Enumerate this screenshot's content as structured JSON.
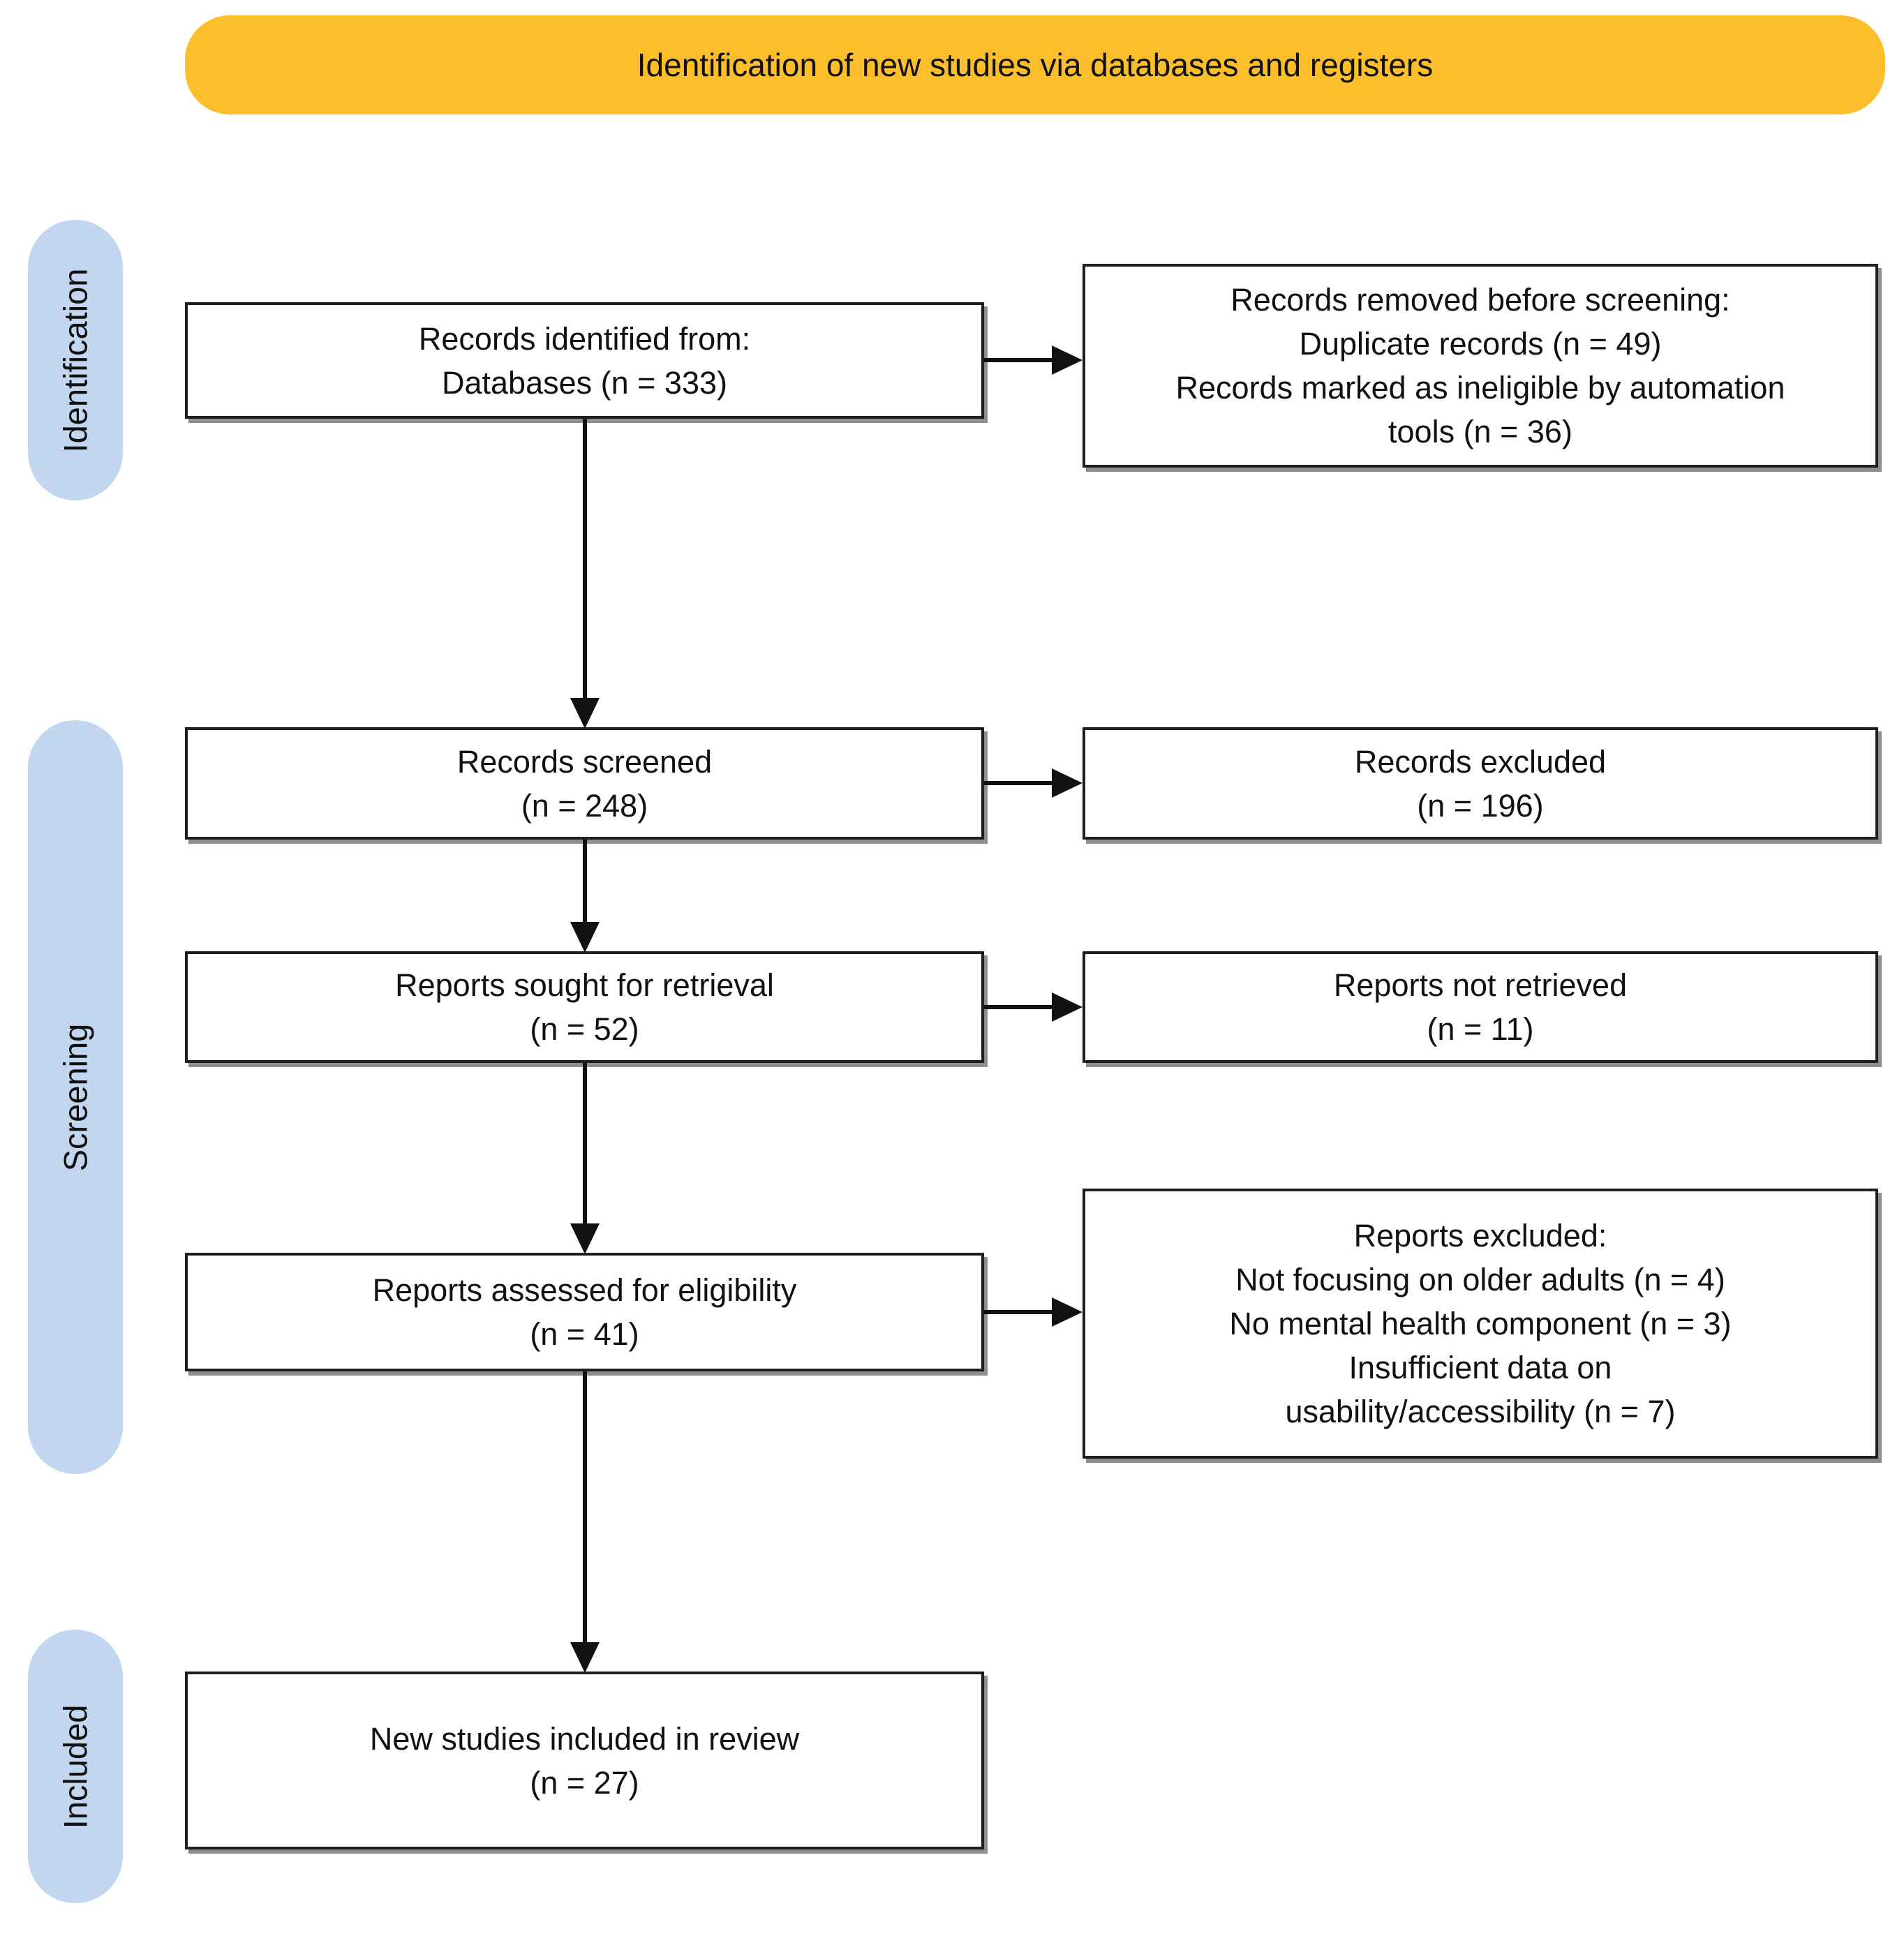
{
  "flow": {
    "banner": "Identification of new studies via databases and registers",
    "stage_labels": {
      "identification": "Identification",
      "screening": "Screening",
      "included": "Included"
    },
    "boxes": {
      "identified": {
        "line1": "Records identified from:",
        "line2": "Databases (n = 333)"
      },
      "removed": {
        "line1": "Records removed before screening:",
        "line2": "Duplicate records (n = 49)",
        "line3": "Records marked as ineligible by automation",
        "line4": "tools (n = 36)"
      },
      "screened": {
        "line1": "Records screened",
        "line2": "(n = 248)"
      },
      "records_excluded": {
        "line1": "Records excluded",
        "line2": "(n = 196)"
      },
      "sought": {
        "line1": "Reports sought for retrieval",
        "line2": "(n = 52)"
      },
      "not_retrieved": {
        "line1": "Reports not retrieved",
        "line2": "(n = 11)"
      },
      "assessed": {
        "line1": "Reports assessed for eligibility",
        "line2": "(n = 41)"
      },
      "reports_excluded": {
        "line1": "Reports excluded:",
        "line2": "Not focusing on older adults (n = 4)",
        "line3": "No mental health component (n = 3)",
        "line4": "Insufficient data on",
        "line5": "usability/accessibility (n = 7)"
      },
      "included_studies": {
        "line1": "New studies included in review",
        "line2": "(n = 27)"
      }
    },
    "colors": {
      "banner_bg": "#FCBF2B",
      "stage_pill_bg": "#C2D6EF",
      "box_border": "#1F1F1F",
      "box_shadow": "#8E8E8E",
      "arrow": "#111111"
    }
  }
}
